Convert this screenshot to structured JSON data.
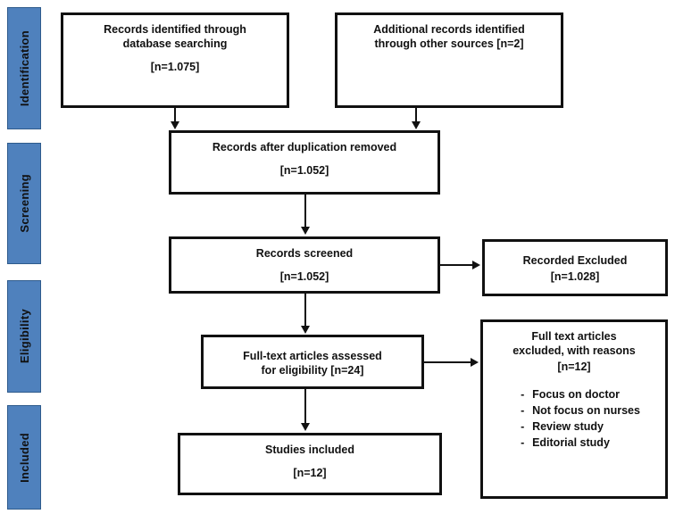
{
  "diagram": {
    "title": "PRISMA study selection flow diagram",
    "accent_color": "#4f81bd",
    "accent_border_color": "#2e5b8c",
    "line_color": "#111111"
  },
  "stages": [
    {
      "name": "identification",
      "label": "Identification"
    },
    {
      "name": "screening",
      "label": "Screening"
    },
    {
      "name": "eligibility",
      "label": "Eligibility"
    },
    {
      "name": "included",
      "label": "Included"
    }
  ],
  "boxes": {
    "database_records": {
      "line1": "Records identified through",
      "line2": "database searching",
      "count": "[n=1.075]"
    },
    "other_sources": {
      "line1": "Additional records identified",
      "line2": "through other sources [n=2]",
      "count": ""
    },
    "duplicates_removed": {
      "line1": "Records after duplication removed",
      "count": "[n=1.052]"
    },
    "records_screened": {
      "line1": "Records screened",
      "count": "[n=1.052]"
    },
    "records_excluded": {
      "line1": "Recorded Excluded",
      "count": "[n=1.028]"
    },
    "fulltext_assessed": {
      "line1": "Full-text articles assessed",
      "line2": "for eligibility [n=24]",
      "count": ""
    },
    "fulltext_excluded": {
      "line1": "Full text articles",
      "line2": "excluded, with reasons",
      "count": "[n=12]",
      "reasons": [
        "Focus on doctor",
        "Not focus on nurses",
        "Review study",
        "Editorial study"
      ]
    },
    "studies_included": {
      "line1": "Studies included",
      "count": "[n=12]"
    }
  },
  "chart_data": {
    "type": "diagram",
    "title": "PRISMA flow of information through the phases of the review",
    "nodes": [
      {
        "id": "database_records",
        "stage": "Identification",
        "label": "Records identified through database searching",
        "n": 1075
      },
      {
        "id": "other_sources",
        "stage": "Identification",
        "label": "Additional records identified through other sources",
        "n": 2
      },
      {
        "id": "duplicates_removed",
        "stage": "Screening",
        "label": "Records after duplication removed",
        "n": 1052
      },
      {
        "id": "records_screened",
        "stage": "Screening",
        "label": "Records screened",
        "n": 1052
      },
      {
        "id": "records_excluded",
        "stage": "Screening",
        "label": "Recorded Excluded",
        "n": 1028
      },
      {
        "id": "fulltext_assessed",
        "stage": "Eligibility",
        "label": "Full-text articles assessed for eligibility",
        "n": 24
      },
      {
        "id": "fulltext_excluded",
        "stage": "Eligibility",
        "label": "Full text articles excluded, with reasons",
        "n": 12
      },
      {
        "id": "studies_included",
        "stage": "Included",
        "label": "Studies included",
        "n": 12
      }
    ],
    "edges": [
      {
        "from": "database_records",
        "to": "duplicates_removed"
      },
      {
        "from": "other_sources",
        "to": "duplicates_removed"
      },
      {
        "from": "duplicates_removed",
        "to": "records_screened"
      },
      {
        "from": "records_screened",
        "to": "records_excluded"
      },
      {
        "from": "records_screened",
        "to": "fulltext_assessed"
      },
      {
        "from": "fulltext_assessed",
        "to": "fulltext_excluded"
      },
      {
        "from": "fulltext_assessed",
        "to": "studies_included"
      }
    ],
    "exclusion_reasons": [
      "Focus on doctor",
      "Not focus on nurses",
      "Review study",
      "Editorial study"
    ]
  }
}
